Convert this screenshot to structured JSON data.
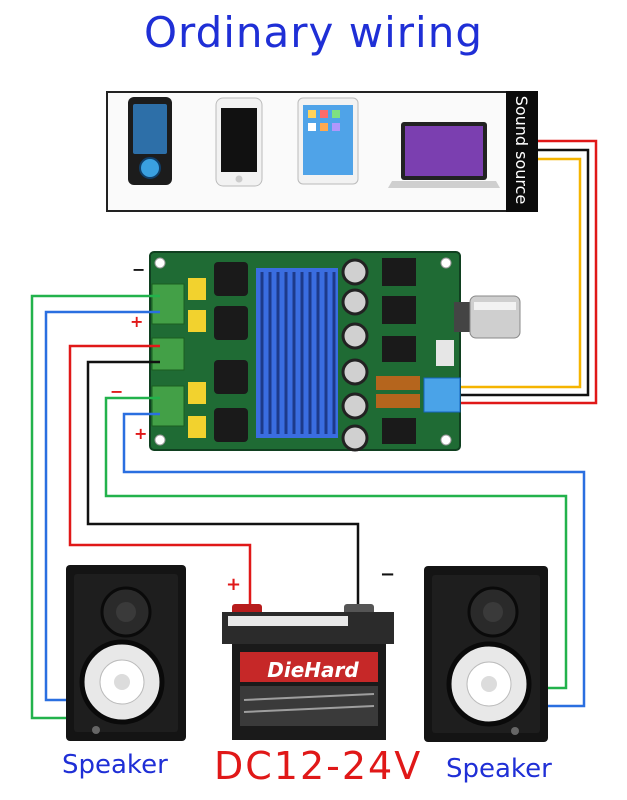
{
  "title": "Ordinary wiring",
  "sound_source": {
    "label": "Sound source",
    "devices": [
      "mp3-player-icon",
      "phone-icon",
      "tablet-icon",
      "laptop-icon"
    ]
  },
  "board": {
    "polarity": {
      "top_minus": "−",
      "top_plus": "+",
      "bottom_minus": "−",
      "bottom_plus": "+"
    }
  },
  "battery": {
    "brand": "DieHard",
    "plus": "+",
    "minus": "−"
  },
  "labels": {
    "left_speaker": "Speaker",
    "right_speaker": "Speaker",
    "power": "DC12-24V"
  },
  "colors": {
    "title": "#1f2fd6",
    "wire_red": "#e01818",
    "wire_black": "#111111",
    "wire_green": "#22b24c",
    "wire_blue": "#2a6fe0",
    "wire_yellow": "#f5b400",
    "pcb": "#1f6b34",
    "heatsink": "#3a6de0"
  }
}
